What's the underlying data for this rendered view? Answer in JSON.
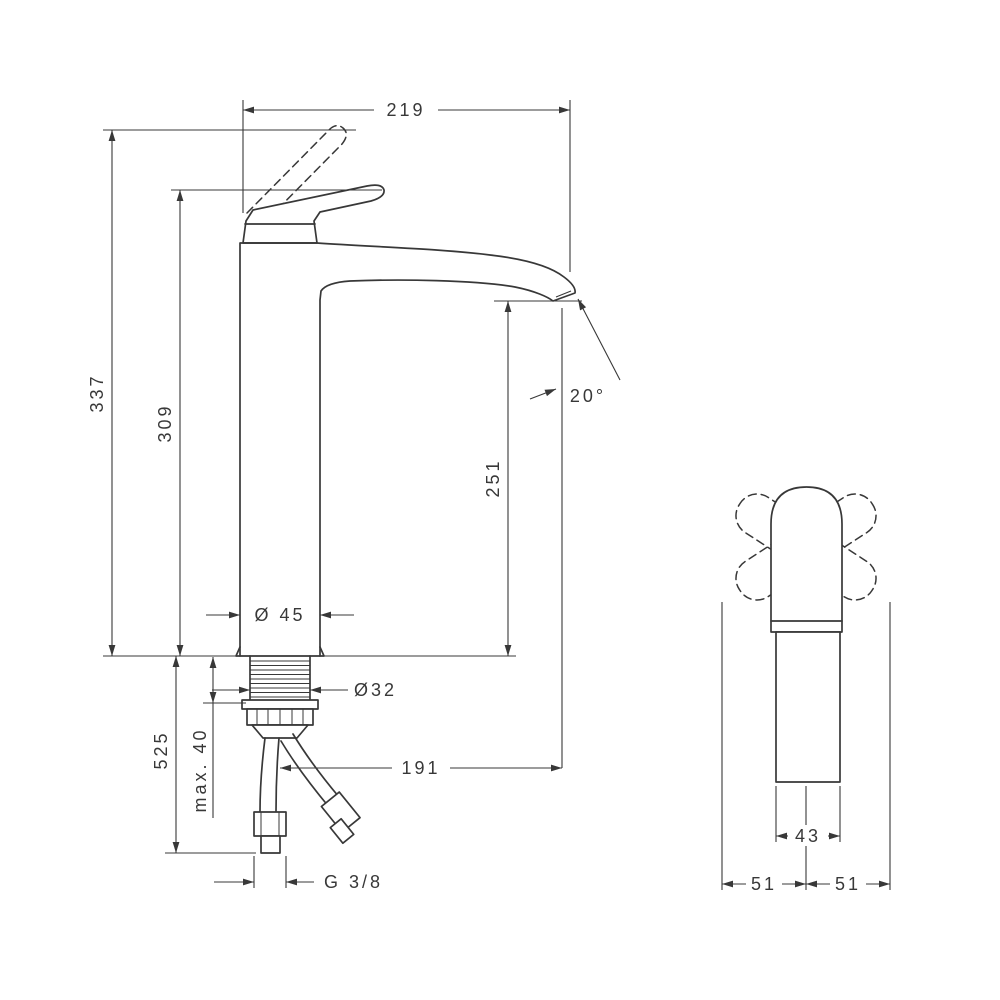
{
  "page": {
    "background": "#ffffff",
    "line_color": "#383838"
  },
  "front_view": {
    "dim_spout_width": "219",
    "dim_total_height": "337",
    "dim_handle_height": "309",
    "dim_outlet_height": "251",
    "dim_spout_angle": "20°",
    "dim_body_diameter": "Ø 45",
    "dim_shank_diameter": "Ø32",
    "dim_below_counter": "525",
    "dim_max_counter_thickness": "max. 40",
    "dim_spout_reach": "191",
    "dim_connection_thread": "G 3/8"
  },
  "side_view": {
    "dim_body_width": "43",
    "dim_swivel_left": "51",
    "dim_swivel_right": "51"
  }
}
